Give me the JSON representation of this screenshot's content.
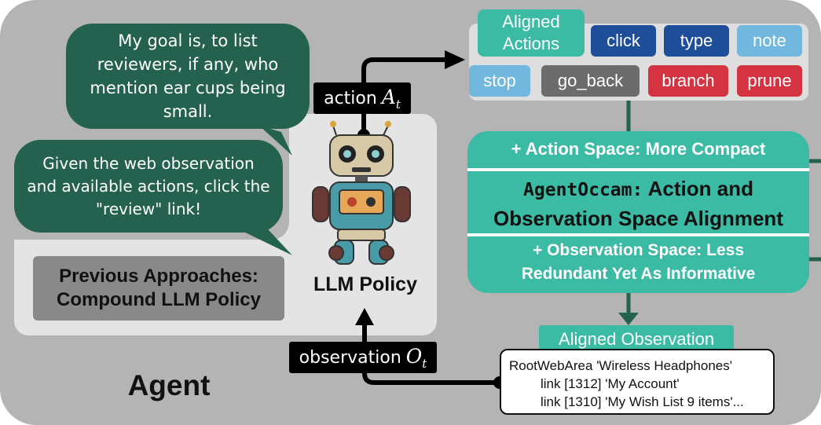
{
  "agent": {
    "label": "Agent"
  },
  "bubbles": {
    "goal": "My goal is, to list reviewers, if any, who mention ear cups being small.",
    "instruction": "Given the web observation and available actions, click the \"review\" link!"
  },
  "previous": {
    "line1": "Previous Approaches:",
    "line2": "Compound LLM Policy"
  },
  "policy": {
    "label": "LLM Policy"
  },
  "action_tag": {
    "text": "action",
    "symbol": "A",
    "subscript": "t"
  },
  "observation_tag": {
    "text": "observation",
    "symbol": "O",
    "subscript": "t"
  },
  "aligned_actions": {
    "label_line1": "Aligned",
    "label_line2": "Actions",
    "chips": {
      "click": "click",
      "type": "type",
      "note": "note",
      "stop": "stop",
      "go_back": "go_back",
      "branch": "branch",
      "prune": "prune"
    }
  },
  "center": {
    "top": "+ Action Space: More Compact",
    "mid_mono": "AgentOccam:",
    "mid_rest": " Action and",
    "mid_line2": "Observation Space Alignment",
    "bottom_line1": "+ Observation Space: Less",
    "bottom_line2": "Redundant Yet As Informative"
  },
  "aligned_observation": {
    "label": "Aligned Observation",
    "lines": [
      "RootWebArea 'Wireless Headphones'",
      "link [1312] 'My Account'",
      "link [1310] 'My Wish List 9 items'..."
    ]
  },
  "colors": {
    "teal": "#3bbba3",
    "dark_green": "#25614f",
    "blue": "#1e4d9a",
    "light_blue": "#72b7dd",
    "red": "#d43442",
    "gray": "#6c6c6c"
  }
}
